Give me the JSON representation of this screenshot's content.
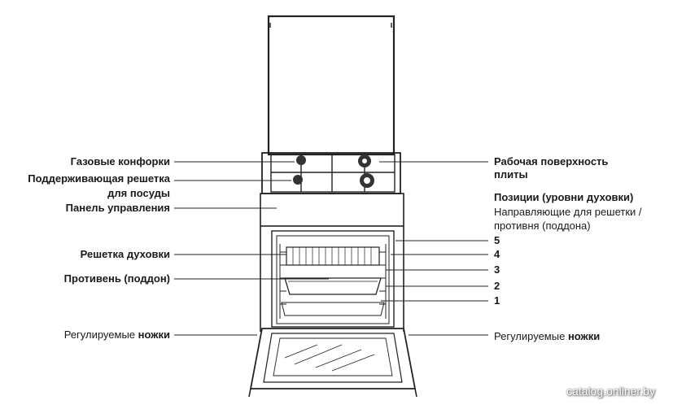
{
  "labels": {
    "left": {
      "gas_burners": "Газовые конфорки",
      "pan_support_line1": "Поддерживающая решетка",
      "pan_support_line2": "для посуды",
      "control_panel": "Панель управления",
      "oven_rack": "Решетка духовки",
      "baking_tray": "Противень (поддон)",
      "adjustable_feet_prefix": "Регулируемые ",
      "adjustable_feet_bold": "ножки"
    },
    "right": {
      "hob_line1": "Рабочая поверхность",
      "hob_line2": "плиты",
      "positions_title": "Позиции (уровни духовки)",
      "guides_line1": "Направляющие  для решетки /",
      "guides_line2": "противня (поддона)",
      "adjustable_feet_prefix": "Регулируемые ",
      "adjustable_feet_bold": "ножки"
    },
    "levels": [
      "5",
      "4",
      "3",
      "2",
      "1"
    ]
  },
  "watermark": "catalog.onliner.by",
  "colors": {
    "line": "#222222",
    "text": "#1a1a1a"
  }
}
